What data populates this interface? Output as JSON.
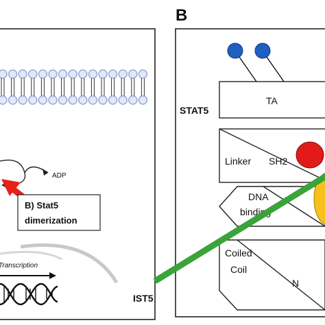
{
  "left_panel": {
    "adp_label": "ADP",
    "callout_line1": "B) Stat5",
    "callout_line2": "dimerization",
    "transcription_label": "Transcription"
  },
  "right_panel": {
    "panel_letter": "B",
    "stat5_label": "STAT5",
    "ta_label": "TA",
    "sh2_label": "SH2",
    "linker_label": "Linker",
    "dna_line1": "DNA",
    "dna_line2": "binding",
    "coiled_line1": "Coiled",
    "coiled_line2": "Coil",
    "n_label": "N",
    "ist5_label": "IST5"
  },
  "colors": {
    "phosphate_blue": "#1f5fbf",
    "membrane_blue": "#9aa8d8",
    "red_arrow": "#e8201a",
    "red_domain": "#e21a1a",
    "yellow_domain": "#f6c21a",
    "green_inhibitor": "#3aa33a"
  }
}
